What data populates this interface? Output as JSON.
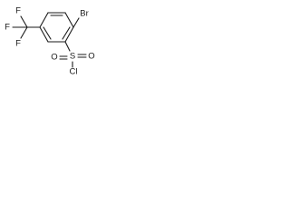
{
  "molecule": {
    "atoms": {
      "br": "Br",
      "f_top": "F",
      "f_left": "F",
      "f_bottom": "F",
      "s": "S",
      "o_left": "O",
      "o_right": "O",
      "cl": "Cl"
    },
    "colors": {
      "bond": "#1a1a1a",
      "label": "#1a1a1a",
      "background": "#ffffff"
    }
  }
}
